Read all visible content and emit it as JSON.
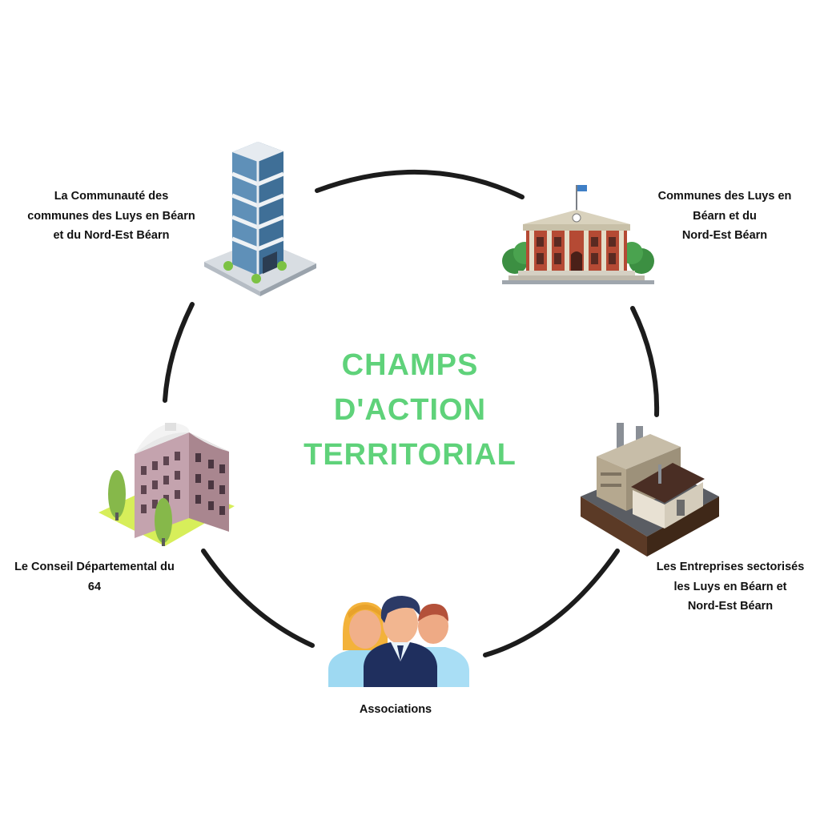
{
  "title": {
    "lines": [
      "CHAMPS",
      "D'ACTION",
      "TERRITORIAL"
    ],
    "color": "#5fd27a"
  },
  "ring_color": "#1c1c1c",
  "nodes": [
    {
      "id": "communaute",
      "icon": "office-tower-icon",
      "label_lines": [
        "La Communauté des",
        "communes des Luys en Béarn",
        "et du Nord-Est Béarn"
      ]
    },
    {
      "id": "communes",
      "icon": "town-hall-icon",
      "label_lines": [
        "Communes des Luys en",
        "Béarn et du",
        "Nord-Est Béarn"
      ]
    },
    {
      "id": "entreprises",
      "icon": "factory-icon",
      "label_lines": [
        "Les Entreprises sectorisés",
        "les Luys en Béarn et",
        "Nord-Est Béarn"
      ]
    },
    {
      "id": "associations",
      "icon": "people-group-icon",
      "label_lines": [
        "Associations"
      ]
    },
    {
      "id": "conseil",
      "icon": "department-building-icon",
      "label_lines": [
        "Le Conseil Départemental du",
        "64"
      ]
    }
  ]
}
